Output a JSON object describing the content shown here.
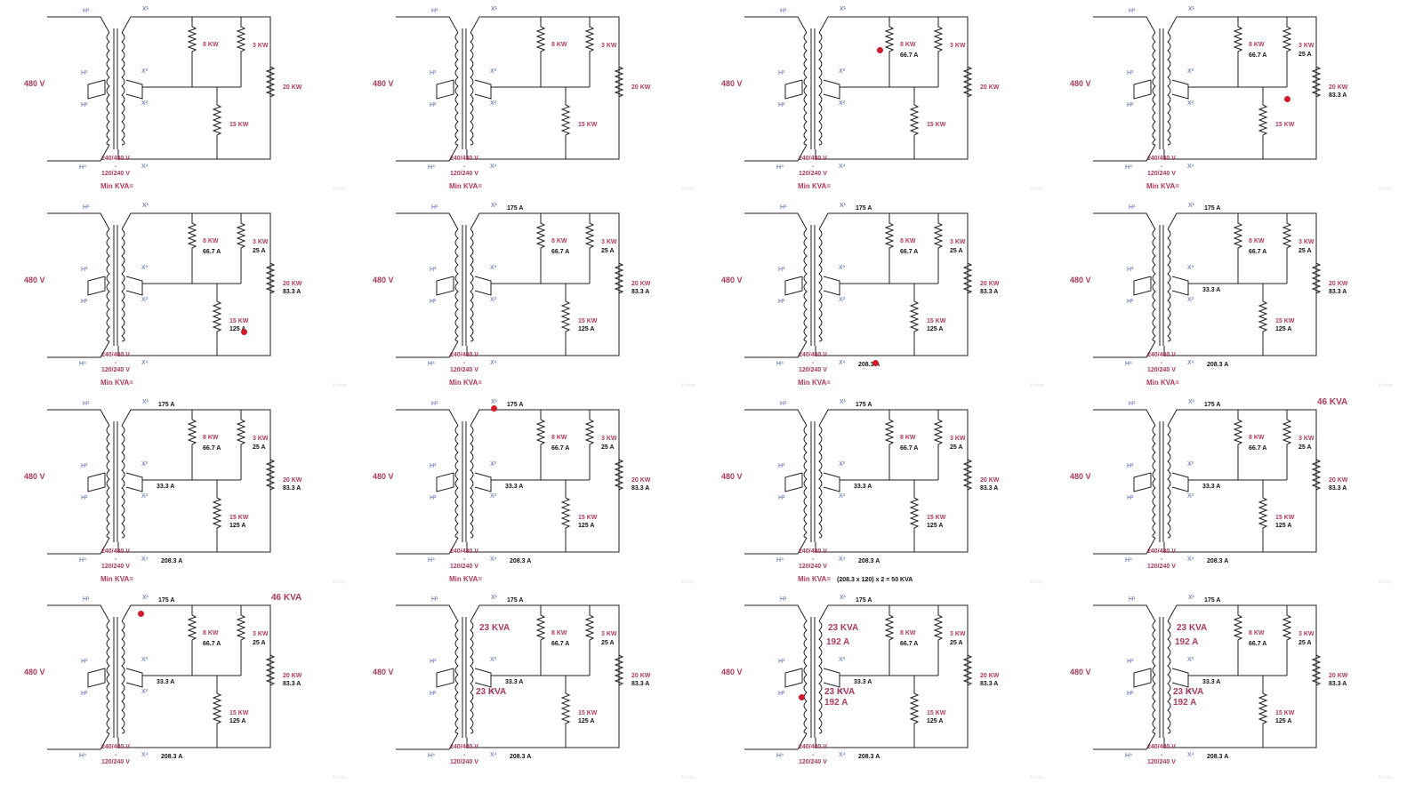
{
  "colors": {
    "accent": "#b03a5b",
    "terminal": "#4a5fb0",
    "wire": "#1f1f1f",
    "pointer": "#d11a2a"
  },
  "static_labels": {
    "primary_voltage": "480 V",
    "h1": "H¹",
    "h2": "H²",
    "h3": "H³",
    "h4": "H⁴",
    "x1": "X¹",
    "x2": "X²",
    "x3": "X³",
    "x4": "X⁴",
    "primary_rating": "240/480 V",
    "dash": "-",
    "secondary_rating": "120/240 V",
    "load_8kw": "8 KW",
    "load_3kw": "3 KW",
    "load_15kw": "15 KW",
    "load_20kw": "20 KW",
    "min_kva": "Min KVA=",
    "watermark": "Denny"
  },
  "values": {
    "i_8kw": "66.7 A",
    "i_3kw": "25 A",
    "i_20kw": "83.3 A",
    "i_15kw": "125 A",
    "i_top": "175 A",
    "i_neutral": "33.3 A",
    "i_bottom": "208.3 A",
    "min_kva_formula": "(208.3 x 120) x 2 = 50 KVA",
    "total_kva": "46 KVA",
    "half_kva": "23 KVA",
    "coil_current": "192 A"
  },
  "panels": [
    {
      "i8": false,
      "i3": false,
      "i20": false,
      "i15": false,
      "top": false,
      "neu": false,
      "bot": false,
      "minlabel": true,
      "formula": false,
      "kva46": false,
      "kvaTop": false,
      "ampTop": false,
      "kvaBot": false,
      "ampBot": false,
      "dot": null
    },
    {
      "i8": false,
      "i3": false,
      "i20": false,
      "i15": false,
      "top": false,
      "neu": false,
      "bot": false,
      "minlabel": true,
      "formula": false,
      "kva46": false,
      "kvaTop": false,
      "ampTop": false,
      "kvaBot": false,
      "ampBot": false,
      "dot": null
    },
    {
      "i8": true,
      "i3": false,
      "i20": false,
      "i15": false,
      "top": false,
      "neu": false,
      "bot": false,
      "minlabel": true,
      "formula": false,
      "kva46": false,
      "kvaTop": false,
      "ampTop": false,
      "kvaBot": false,
      "ampBot": false,
      "dot": [
        205,
        56
      ]
    },
    {
      "i8": true,
      "i3": true,
      "i20": true,
      "i15": false,
      "top": false,
      "neu": false,
      "bot": false,
      "minlabel": true,
      "formula": false,
      "kva46": false,
      "kvaTop": false,
      "ampTop": false,
      "kvaBot": false,
      "ampBot": false,
      "dot": [
        271,
        111
      ]
    },
    {
      "i8": true,
      "i3": true,
      "i20": true,
      "i15": true,
      "top": false,
      "neu": false,
      "bot": false,
      "minlabel": true,
      "formula": false,
      "kva46": false,
      "kvaTop": false,
      "ampTop": false,
      "kvaBot": false,
      "ampBot": false,
      "dot": [
        274,
        152
      ]
    },
    {
      "i8": true,
      "i3": true,
      "i20": true,
      "i15": true,
      "top": true,
      "neu": false,
      "bot": false,
      "minlabel": true,
      "formula": false,
      "kva46": false,
      "kvaTop": false,
      "ampTop": false,
      "kvaBot": false,
      "ampBot": false,
      "dot": null
    },
    {
      "i8": true,
      "i3": true,
      "i20": true,
      "i15": true,
      "top": true,
      "neu": false,
      "bot": true,
      "minlabel": true,
      "formula": false,
      "kva46": false,
      "kvaTop": false,
      "ampTop": false,
      "kvaBot": false,
      "ampBot": false,
      "dot": [
        200,
        187
      ]
    },
    {
      "i8": true,
      "i3": true,
      "i20": true,
      "i15": true,
      "top": true,
      "neu": true,
      "bot": true,
      "minlabel": true,
      "formula": false,
      "kva46": false,
      "kvaTop": false,
      "ampTop": false,
      "kvaBot": false,
      "ampBot": false,
      "dot": null
    },
    {
      "i8": true,
      "i3": true,
      "i20": true,
      "i15": true,
      "top": true,
      "neu": true,
      "bot": true,
      "minlabel": true,
      "formula": false,
      "kva46": false,
      "kvaTop": false,
      "ampTop": false,
      "kvaBot": false,
      "ampBot": false,
      "dot": null
    },
    {
      "i8": true,
      "i3": true,
      "i20": true,
      "i15": true,
      "top": true,
      "neu": true,
      "bot": true,
      "minlabel": true,
      "formula": false,
      "kva46": false,
      "kvaTop": false,
      "ampTop": false,
      "kvaBot": false,
      "ampBot": false,
      "dot": [
        163,
        17
      ]
    },
    {
      "i8": true,
      "i3": true,
      "i20": true,
      "i15": true,
      "top": true,
      "neu": true,
      "bot": true,
      "minlabel": true,
      "formula": true,
      "kva46": false,
      "kvaTop": false,
      "ampTop": false,
      "kvaBot": false,
      "ampBot": false,
      "dot": null
    },
    {
      "i8": true,
      "i3": true,
      "i20": true,
      "i15": true,
      "top": true,
      "neu": true,
      "bot": true,
      "minlabel": false,
      "formula": false,
      "kva46": true,
      "kvaTop": false,
      "ampTop": false,
      "kvaBot": false,
      "ampBot": false,
      "dot": null
    },
    {
      "i8": true,
      "i3": true,
      "i20": true,
      "i15": true,
      "top": true,
      "neu": true,
      "bot": true,
      "minlabel": false,
      "formula": false,
      "kva46": true,
      "kvaTop": false,
      "ampTop": false,
      "kvaBot": false,
      "ampBot": false,
      "dot": [
        158,
        28
      ]
    },
    {
      "i8": true,
      "i3": true,
      "i20": true,
      "i15": true,
      "top": true,
      "neu": true,
      "bot": true,
      "minlabel": false,
      "formula": false,
      "kva46": false,
      "kvaTop": true,
      "ampTop": false,
      "kvaBot": true,
      "ampBot": false,
      "dot": null
    },
    {
      "i8": true,
      "i3": true,
      "i20": true,
      "i15": true,
      "top": true,
      "neu": true,
      "bot": true,
      "minlabel": false,
      "formula": false,
      "kva46": false,
      "kvaTop": true,
      "ampTop": true,
      "kvaBot": true,
      "ampBot": true,
      "dot": [
        117,
        122
      ]
    },
    {
      "i8": true,
      "i3": true,
      "i20": true,
      "i15": true,
      "top": true,
      "neu": true,
      "bot": true,
      "minlabel": false,
      "formula": false,
      "kva46": false,
      "kvaTop": true,
      "ampTop": true,
      "kvaBot": true,
      "ampBot": true,
      "dot": null
    }
  ]
}
